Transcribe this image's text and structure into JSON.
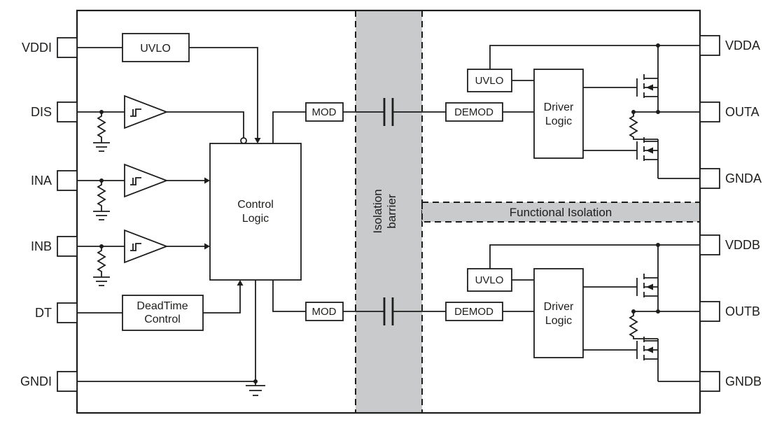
{
  "pins_left": [
    {
      "label": "VDDI"
    },
    {
      "label": "DIS"
    },
    {
      "label": "INA"
    },
    {
      "label": "INB"
    },
    {
      "label": "DT"
    },
    {
      "label": "GNDI"
    }
  ],
  "pins_right": [
    {
      "label": "VDDA"
    },
    {
      "label": "OUTA"
    },
    {
      "label": "GNDA"
    },
    {
      "label": "VDDB"
    },
    {
      "label": "OUTB"
    },
    {
      "label": "GNDB"
    }
  ],
  "blocks": {
    "uvlo_input": "UVLO",
    "control_logic": [
      "Control",
      "Logic"
    ],
    "deadtime": [
      "DeadTime",
      "Control"
    ],
    "mod_a": "MOD",
    "demod_a": "DEMOD",
    "uvlo_a": "UVLO",
    "driver_a": [
      "Driver",
      "Logic"
    ],
    "mod_b": "MOD",
    "demod_b": "DEMOD",
    "uvlo_b": "UVLO",
    "driver_b": [
      "Driver",
      "Logic"
    ]
  },
  "bands": {
    "isolation_barrier": [
      "Isolation",
      "barrier"
    ],
    "functional_isolation": "Functional Isolation"
  },
  "colors": {
    "band_fill": "#c9cacb",
    "line": "#1d1d1b",
    "background": "#ffffff"
  }
}
